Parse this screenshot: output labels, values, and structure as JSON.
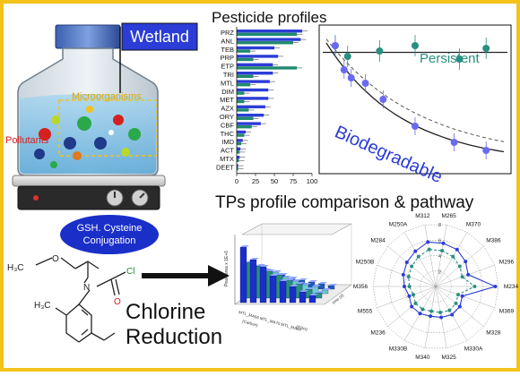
{
  "colors": {
    "frame": "#f3c21b",
    "blue": "#2b3dd6",
    "green": "#1f8a6e",
    "periwinkle": "#6a6af0",
    "teal": "#2a8f80",
    "red": "#d62020",
    "black": "#111111"
  },
  "wetland_label": "Wetland",
  "microorganisms_label": "Microorganisms",
  "pollutants_label": "Pollutants",
  "gsh_label_line1": "GSH. Cysteine",
  "gsh_label_line2": "Conjugation",
  "chlorine_label": "Chlorine",
  "reduction_label": "Reduction",
  "pesticide_title": "Pesticide profiles",
  "tps_title": "TPs profile comparison & pathway",
  "persistent_label": "Persistent",
  "biodegradable_label": "Biodegradable",
  "molecule": {
    "ch3_top": "H₃C",
    "o_atom": "O",
    "n_atom": "N",
    "cl_atom": "Cl",
    "o_carbonyl": "O",
    "ch3_ring": "H₃C"
  },
  "chart_data": [
    {
      "type": "bar",
      "orientation": "horizontal",
      "categories": [
        "PRZ",
        "ANL",
        "TEB",
        "PRP",
        "ETP",
        "TRI",
        "MTL",
        "DIM",
        "MET",
        "AZX",
        "ORY",
        "CBF",
        "THC",
        "IMD",
        "ACT",
        "MTX",
        "DEET"
      ],
      "series": [
        {
          "values": [
            87,
            85,
            50,
            55,
            48,
            48,
            44,
            42,
            42,
            38,
            36,
            32,
            12,
            8,
            5,
            4,
            2
          ]
        },
        {
          "values": [
            80,
            75,
            18,
            22,
            80,
            22,
            18,
            10,
            10,
            16,
            22,
            20,
            10,
            6,
            4,
            3,
            2
          ]
        }
      ],
      "xticks": [
        "0",
        "25",
        "50",
        "75",
        "100"
      ],
      "xlim": [
        0,
        100
      ]
    },
    {
      "type": "scatter",
      "series": [
        {
          "name": "Persistent",
          "x": [
            0.05,
            0.12,
            0.3,
            0.5,
            0.75,
            0.9
          ],
          "y": [
            0.9,
            0.82,
            0.86,
            0.9,
            0.8,
            0.88
          ]
        },
        {
          "name": "Biodegradable",
          "x": [
            0.05,
            0.1,
            0.14,
            0.22,
            0.32,
            0.5,
            0.72,
            0.9
          ],
          "y": [
            0.9,
            0.72,
            0.66,
            0.62,
            0.5,
            0.3,
            0.18,
            0.12
          ]
        }
      ]
    },
    {
      "type": "bar",
      "variant": "3d-bar",
      "ylabel": "Peak area x 1E+6",
      "xlabel_1": "MTL_MA56 MTL_MA70 MTL_MA64",
      "xlabel_2": "(Carbon)",
      "xlabel_3": "(GSH)",
      "zlabel": "time (d)"
    },
    {
      "type": "radar",
      "categories": [
        "M265",
        "M370",
        "M386",
        "M296",
        "M234",
        "M369",
        "M328",
        "M330A",
        "M325",
        "M340",
        "M330B",
        "M236",
        "M555",
        "M356",
        "M250B",
        "M284",
        "M250A",
        "M312"
      ],
      "series": [
        {
          "values": [
            0.7,
            0.68,
            0.62,
            0.55,
            0.95,
            0.45,
            0.5,
            0.52,
            0.5,
            0.48,
            0.5,
            0.5,
            0.45,
            0.5,
            0.55,
            0.6,
            0.65,
            0.72
          ]
        },
        {
          "values": [
            0.58,
            0.55,
            0.5,
            0.45,
            0.62,
            0.38,
            0.42,
            0.44,
            0.42,
            0.4,
            0.42,
            0.42,
            0.38,
            0.42,
            0.46,
            0.5,
            0.55,
            0.6
          ]
        }
      ],
      "rticks": [
        "2",
        "4",
        "6",
        "8"
      ]
    }
  ]
}
